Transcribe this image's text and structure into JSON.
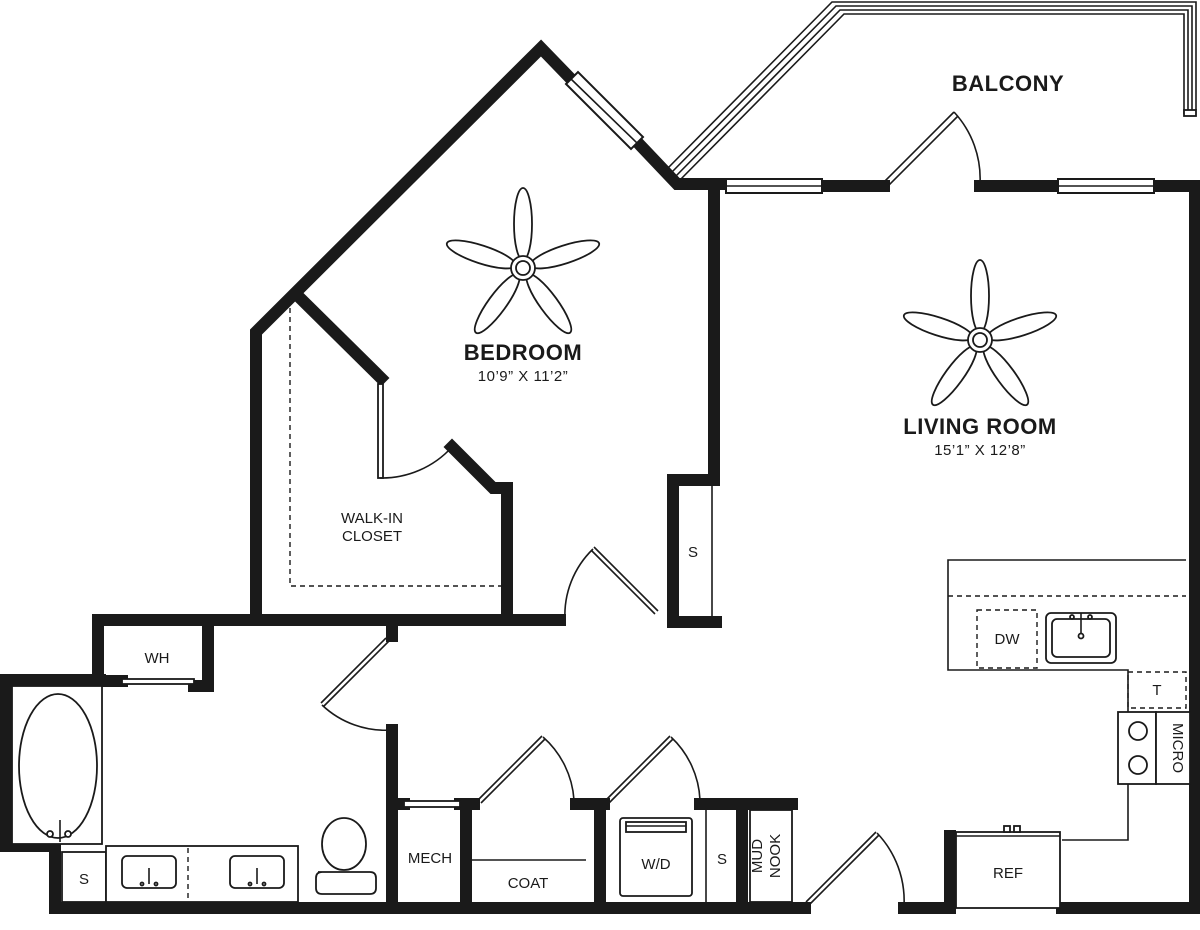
{
  "rooms": {
    "balcony": {
      "name": "BALCONY"
    },
    "bedroom": {
      "name": "BEDROOM",
      "dims": "10’9” X 11’2”"
    },
    "living_room": {
      "name": "LIVING ROOM",
      "dims": "15’1” X 12’8”"
    },
    "walk_in_closet": {
      "line1": "WALK-IN",
      "line2": "CLOSET"
    }
  },
  "fixtures": {
    "storage_bedroom": "S",
    "water_heater": "WH",
    "dishwasher": "DW",
    "trash": "T",
    "microwave": "MICRO",
    "storage_bath": "S",
    "mech": "MECH",
    "coat": "COAT",
    "washer_dryer": "W/D",
    "storage_laundry": "S",
    "mud_nook_line1": "MUD",
    "mud_nook_line2": "NOOK",
    "refrigerator": "REF"
  }
}
